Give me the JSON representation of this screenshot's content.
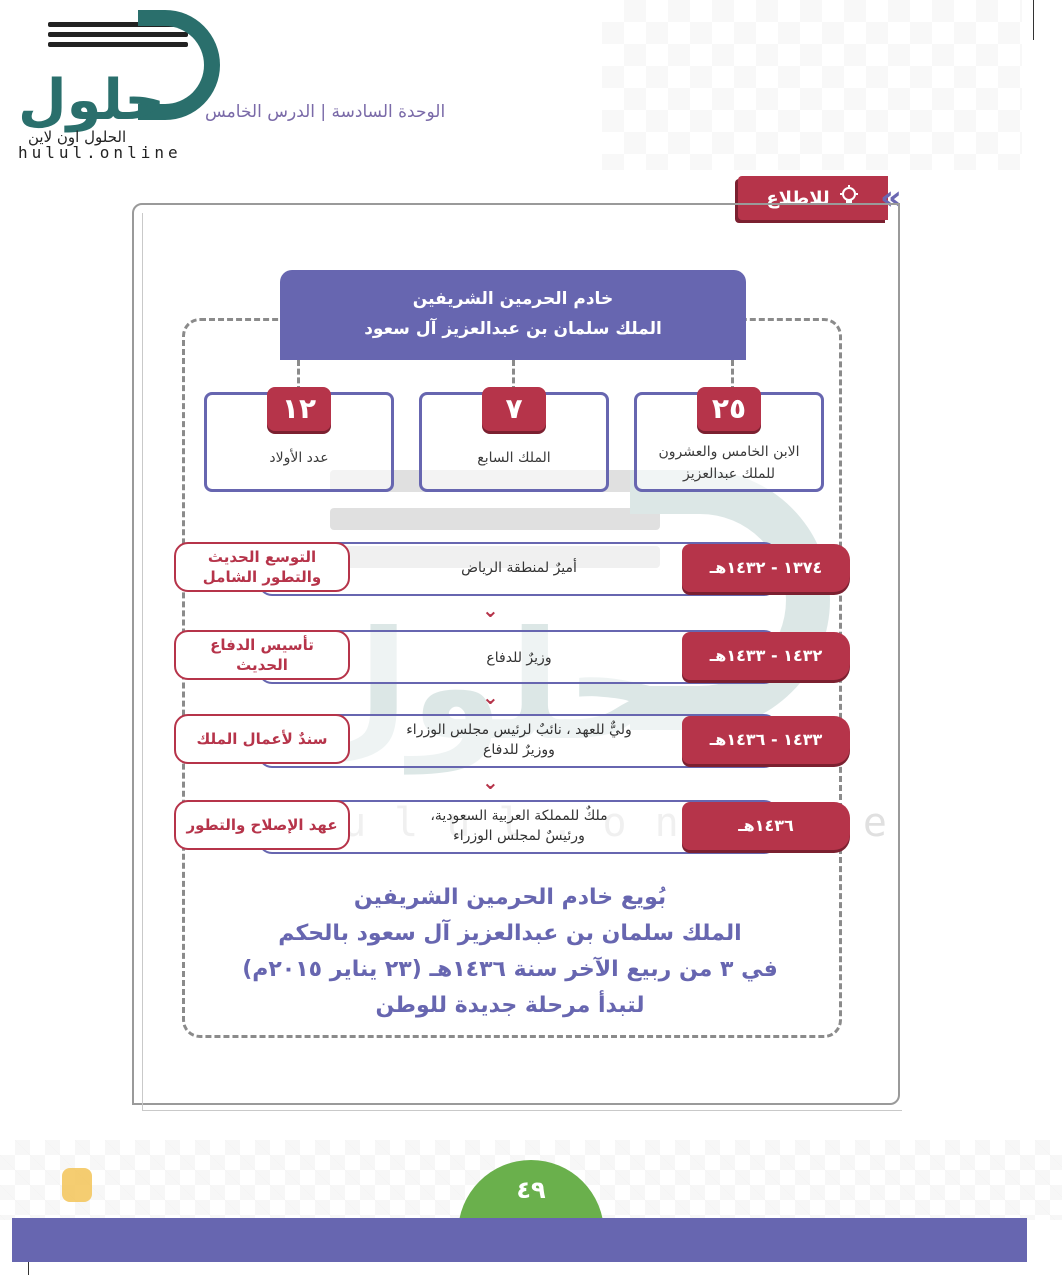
{
  "header": {
    "unit_lesson": "الوحدة السادسة | الدرس الخامس"
  },
  "logo": {
    "wordmark": "حلول",
    "subtitle": "الحلول اون لاين",
    "url": "hulul.online"
  },
  "info_tag": {
    "label": "للاطلاع"
  },
  "title_box": {
    "line1": "خادم الحرمين الشريفين",
    "line2": "الملك سلمان بن عبدالعزيز آل سعود"
  },
  "stats": [
    {
      "number": "١٢",
      "label": "عدد الأولاد"
    },
    {
      "number": "٧",
      "label": "الملك السابع"
    },
    {
      "number": "٢٥",
      "label_line1": "الابن الخامس والعشرون",
      "label_line2": "للملك عبدالعزيز"
    }
  ],
  "timeline": [
    {
      "date": "١٣٧٤ - ١٤٣٢هـ",
      "desc_line1": "أميرٌ لمنطقة الرياض",
      "desc_line2": "",
      "tag_line1": "التوسع الحديث",
      "tag_line2": "والتطور الشامل"
    },
    {
      "date": "١٤٣٢ - ١٤٣٣هـ",
      "desc_line1": "وزيرٌ للدفاع",
      "desc_line2": "",
      "tag_line1": "تأسيس الدفاع",
      "tag_line2": "الحديث"
    },
    {
      "date": "١٤٣٣ - ١٤٣٦هـ",
      "desc_line1": "وليٌّ للعهد ، نائبٌ لرئيس مجلس الوزراء",
      "desc_line2": "ووزيرٌ للدفاع",
      "tag_line1": "سندٌ لأعمال الملك",
      "tag_line2": ""
    },
    {
      "date": "١٤٣٦هـ",
      "desc_line1": "ملكٌ للمملكة العربية السعودية،",
      "desc_line2": "ورئيسٌ لمجلس الوزراء",
      "tag_line1": "عهد الإصلاح والتطور",
      "tag_line2": ""
    }
  ],
  "pledge": {
    "line1": "بُويع خادم الحرمين الشريفين",
    "line2": "الملك سلمان بن عبدالعزيز آل سعود بالحكم",
    "line3": "في ٣ من ربيع الآخر سنة ١٤٣٦هـ (٢٣ يناير ٢٠١٥م)",
    "line4": "لتبدأ مرحلة جديدة للوطن"
  },
  "footer": {
    "page_number": "٤٩"
  },
  "colors": {
    "purple": "#6766b0",
    "crimson": "#b6344a",
    "green": "#6ab04c",
    "teal": "#2a6f6c"
  }
}
